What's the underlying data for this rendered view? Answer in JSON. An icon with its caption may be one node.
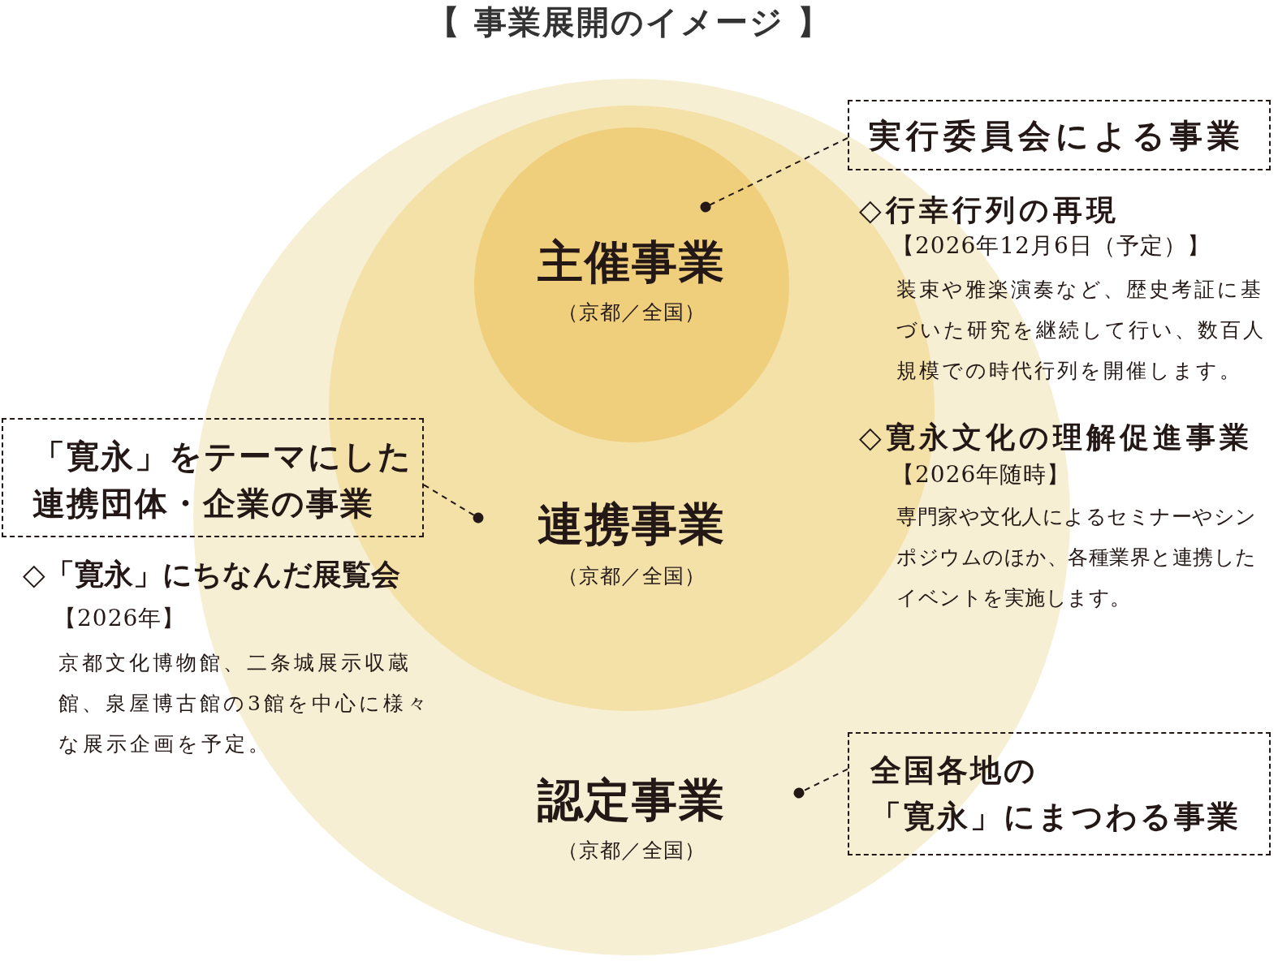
{
  "diagram": {
    "title": "【 事業展開のイメージ 】",
    "nodes": [
      {
        "text": [
          "認定事業",
          "（京都／全国）"
        ]
      },
      {
        "text": [
          "連携事業",
          "（京都／全国）"
        ],
        "in": 0
      },
      {
        "text": [
          "主催事業",
          "（京都／全国）"
        ],
        "in": 1
      },
      {
        "text": [
          "実行委員会による事業"
        ],
        "beside": [
          "◇行幸行列の再現",
          "【2026年12月6日（予定）】",
          "装束や雅楽演奏など、歴史考証に基づいた研究を継続して行い、数百人規模での時代行列を開催します。",
          "◇寛永文化の理解促進事業",
          "【2026年随時】",
          "専門家や文化人によるセミナーやシンポジウムのほか、各種業界と連携したイベントを実施します。"
        ]
      },
      {
        "text": [
          "「寛永」をテーマにした連携団体・企業の事業"
        ],
        "beside": [
          "◇「寛永」にちなんだ展覧会",
          "【2026年】",
          "京都文化博物館、二条城展示収蔵館、泉屋博古館の3館を中心に様々な展示企画を予定。"
        ]
      },
      {
        "text": [
          "全国各地の「寛永」にまつわる事業"
        ]
      }
    ],
    "edges": [
      {
        "from": 3,
        "to": 2,
        "arrow": "other",
        "style": "dashed"
      },
      {
        "from": 4,
        "to": 1,
        "arrow": "other",
        "style": "dashed"
      },
      {
        "from": 5,
        "to": 0,
        "arrow": "other",
        "style": "dashed"
      }
    ]
  }
}
